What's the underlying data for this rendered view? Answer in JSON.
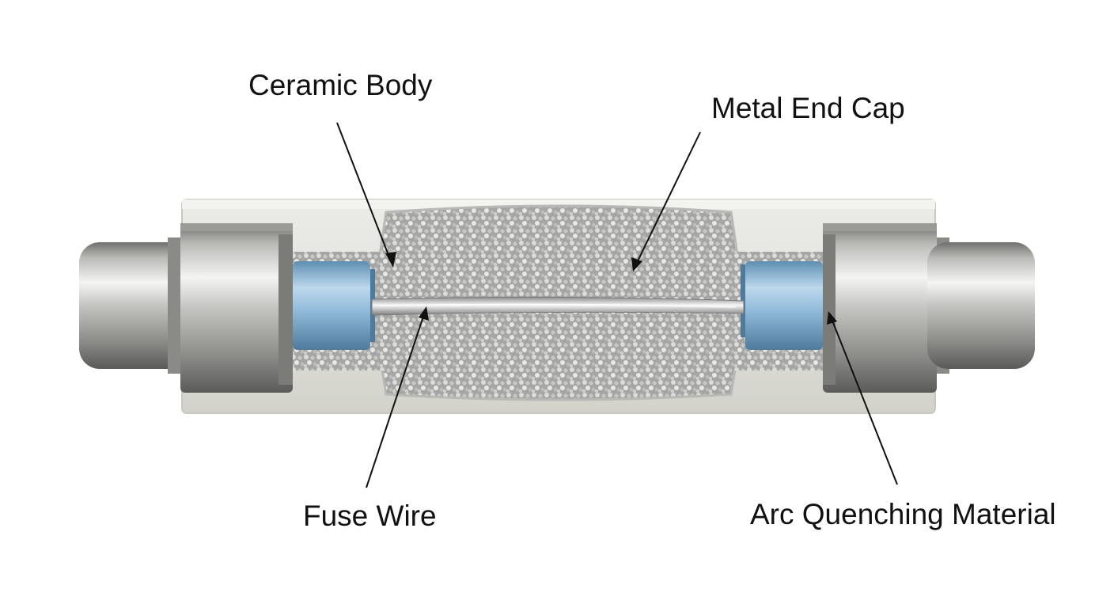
{
  "labels": {
    "ceramic_body": "Ceramic Body",
    "metal_end_cap": "Metal End Cap",
    "fuse_wire": "Fuse Wire",
    "arc_quenching_material": "Arc Quenching Material"
  },
  "colors": {
    "background": "#ffffff",
    "ceramic": "#e7e7e1",
    "metal": "#a9a9a7",
    "blue_sleeve": "#8fb8d6",
    "sand": "#aeaeac",
    "leader": "#111111"
  }
}
